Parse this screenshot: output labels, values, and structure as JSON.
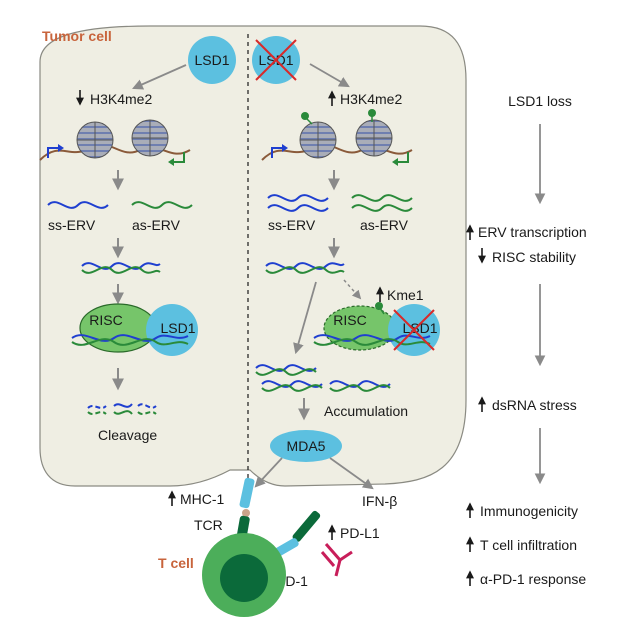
{
  "labels": {
    "tumor_cell": "Tumor cell",
    "t_cell": "T cell",
    "lsd1": "LSD1",
    "h3k4me2": "H3K4me2",
    "ss_erv": "ss-ERV",
    "as_erv": "as-ERV",
    "risc": "RISC",
    "cleavage": "Cleavage",
    "kme1": "Kme1",
    "accumulation": "Accumulation",
    "mda5": "MDA5",
    "ifn_b": "IFN-β",
    "mhc1": "MHC-1",
    "pdl1": "PD-L1",
    "tcr": "TCR",
    "pd1": "PD-1"
  },
  "cascade": {
    "step1": "LSD1 loss",
    "step2a": "ERV transcription",
    "step2b": "RISC stability",
    "step3": "dsRNA stress",
    "step4": "Immunogenicity",
    "step5": "T cell infiltration",
    "step6": "α-PD-1 response"
  },
  "colors": {
    "cell_fill": "#efeee3",
    "cell_stroke": "#8a8a82",
    "lsd1": "#5cc0e0",
    "risc": "#76c56a",
    "dna_blue": "#1f3fd0",
    "dna_green": "#2a8a3a",
    "cross": "#d82a2a",
    "tcell_dark": "#0b6a3a",
    "tcell_light": "#4cae5a",
    "pdl1": "#c81e5a",
    "title": "#c8643c",
    "arrow": "#8a8a8a"
  }
}
